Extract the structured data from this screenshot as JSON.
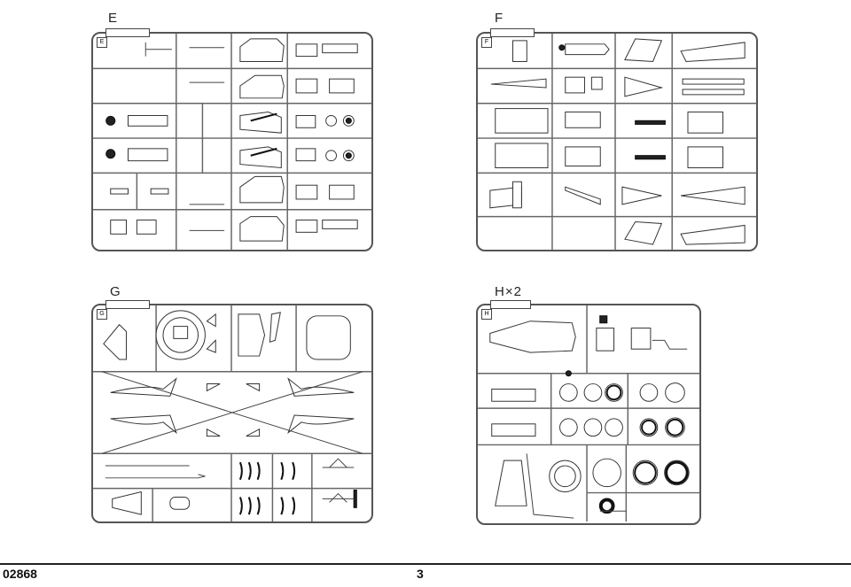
{
  "page": {
    "catalog_number": "02868",
    "page_number": "3"
  },
  "sprues": [
    {
      "id": "E",
      "label": "E",
      "corner": "E"
    },
    {
      "id": "F",
      "label": "F",
      "corner": "F"
    },
    {
      "id": "G",
      "label": "G",
      "corner": "G"
    },
    {
      "id": "H",
      "label": "H×2",
      "corner": "H"
    }
  ],
  "colors": {
    "line": "#333333",
    "frame": "#555555",
    "background": "#ffffff"
  }
}
